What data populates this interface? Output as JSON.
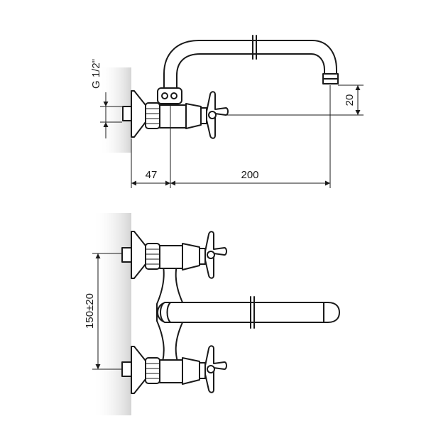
{
  "dimensions": {
    "thread": "G 1/2\"",
    "offset_height": "20",
    "wall_depth": "47",
    "spout_reach": "200",
    "centers": "150±20"
  }
}
